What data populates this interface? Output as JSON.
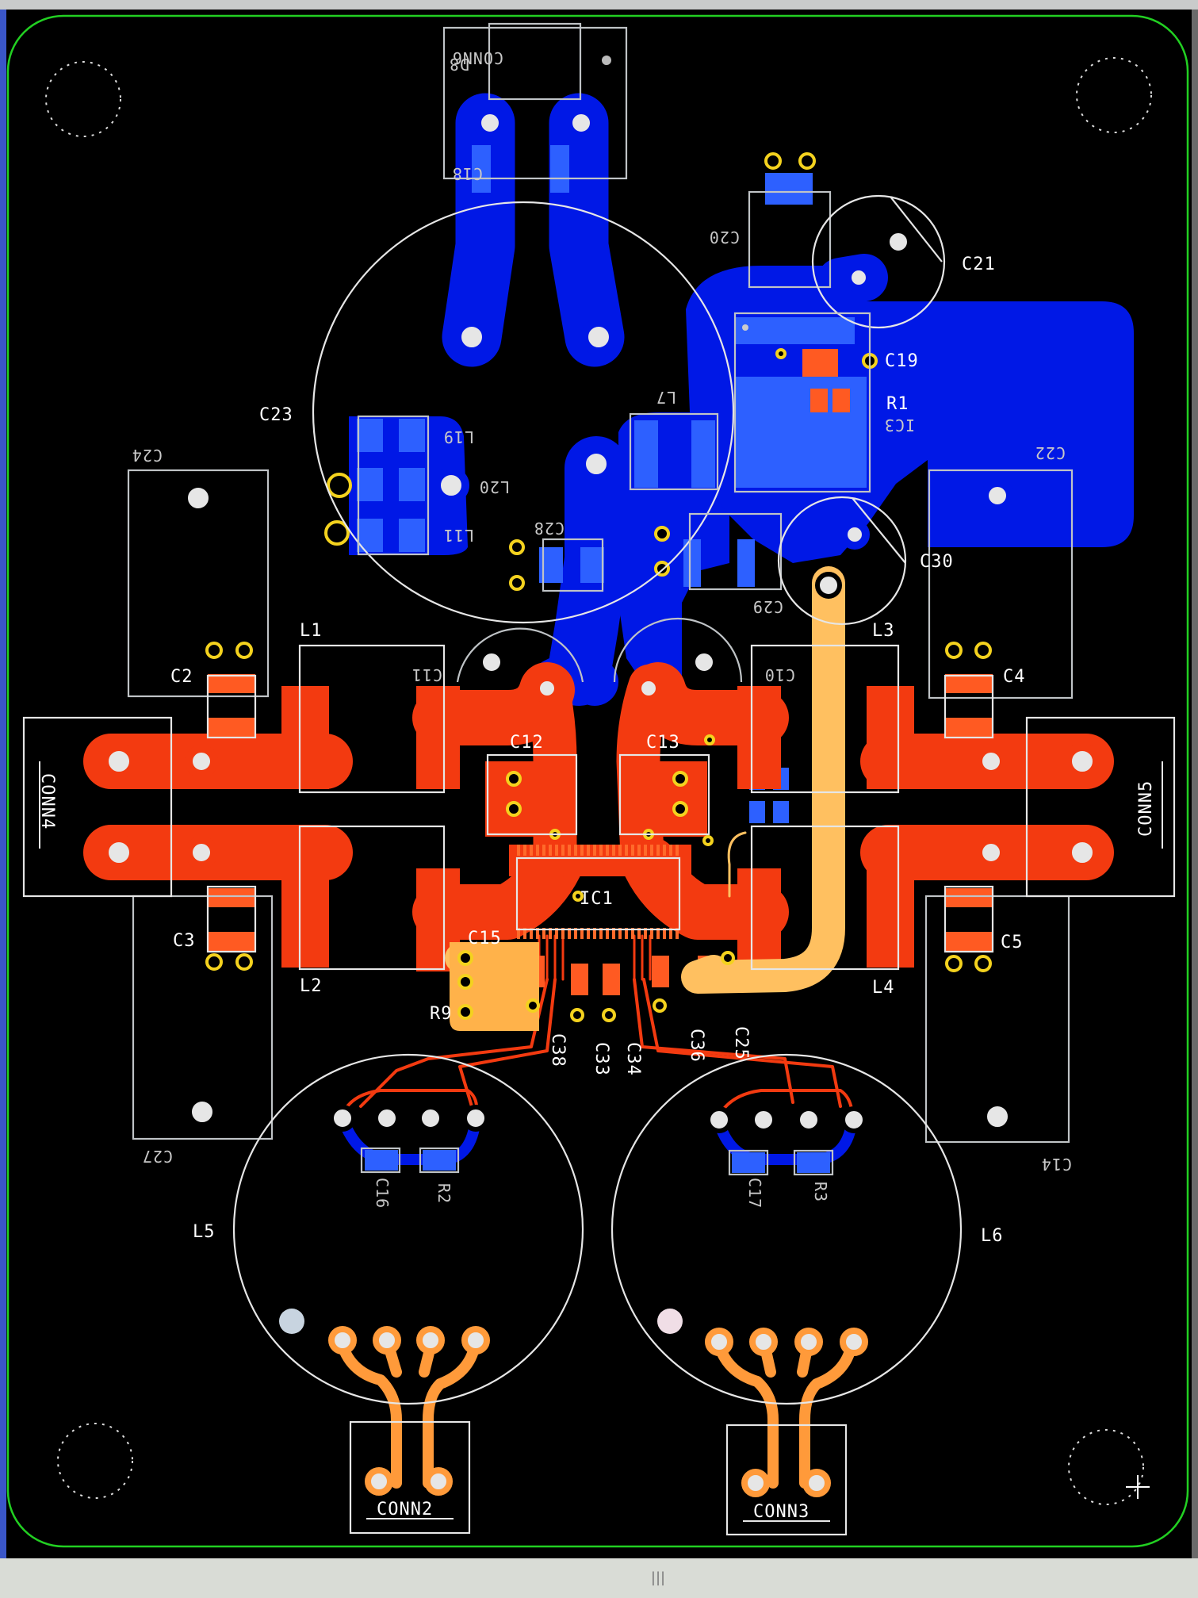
{
  "app": {
    "status_grip": "|||"
  },
  "colors": {
    "background": "#000000",
    "board_outline": "#22d022",
    "top_copper": "#0018e6",
    "bottom_copper": "#f33a10",
    "inner_copper": "#ff9a3a",
    "silkscreen": "#e6e6e6",
    "via_ring": "#f4d21e"
  },
  "components": {
    "conn6": "CONN6",
    "d8": "D8",
    "c18": "C18",
    "c20": "C20",
    "c21": "C21",
    "c19": "C19",
    "r1": "R1",
    "ic3": "IC3",
    "c23": "C23",
    "l7": "L7",
    "l19": "L19",
    "l20": "L20",
    "l11": "L11",
    "c28": "C28",
    "c29": "C29",
    "c30": "C30",
    "c22": "C22",
    "c24": "C24",
    "l1": "L1",
    "l2": "L2",
    "l3": "L3",
    "l4": "L4",
    "c2": "C2",
    "c3": "C3",
    "c4": "C4",
    "c5": "C5",
    "c10": "C10",
    "c11": "C11",
    "c12": "C12",
    "c13": "C13",
    "c15": "C15",
    "ic1": "IC1",
    "r9": "R9",
    "c38": "C38",
    "c33": "C33",
    "c34": "C34",
    "c36": "C36",
    "c25": "C25",
    "conn4": "CONN4",
    "conn5": "CONN5",
    "c27": "C27",
    "c14": "C14",
    "l5": "L5",
    "l6": "L6",
    "c16": "C16",
    "r2": "R2",
    "c17": "C17",
    "r3": "R3",
    "conn2": "CONN2",
    "conn3": "CONN3"
  }
}
